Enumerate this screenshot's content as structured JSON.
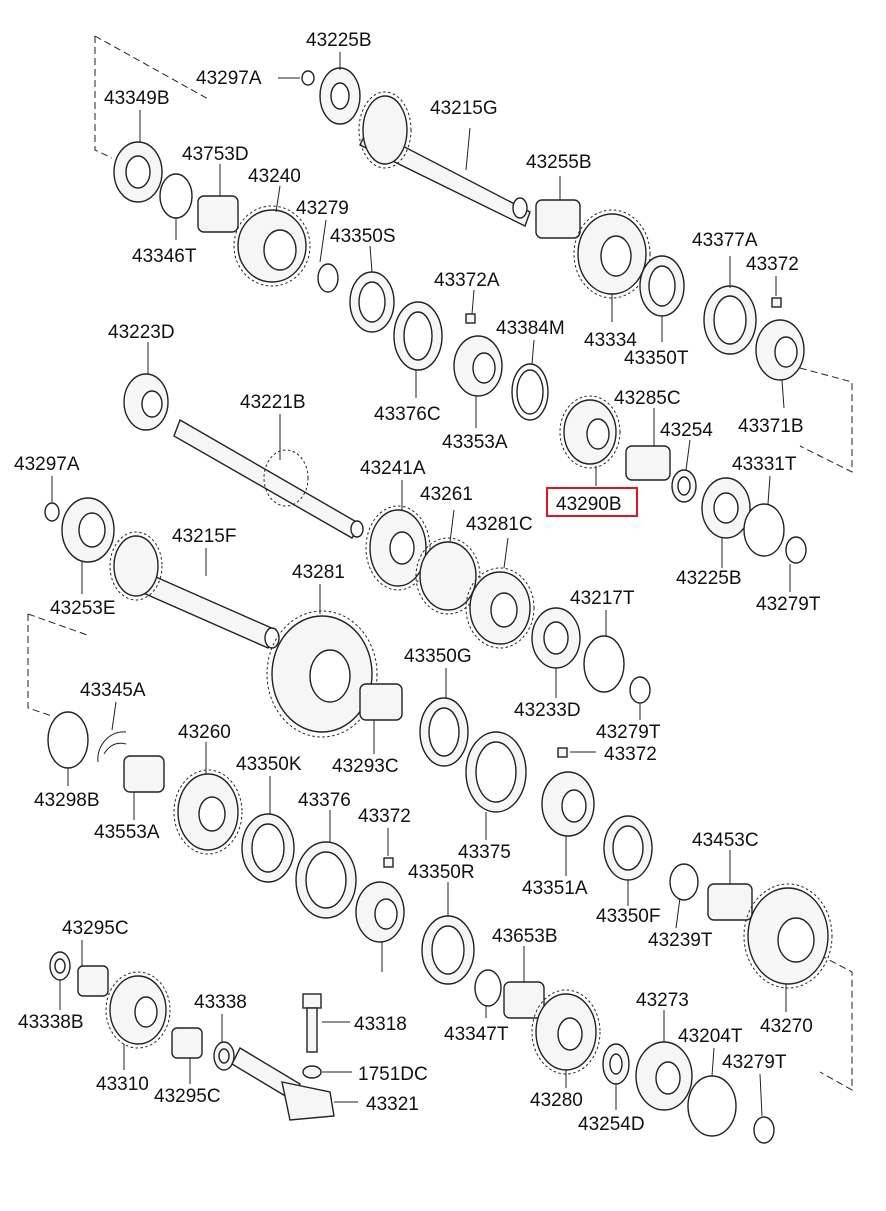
{
  "highlighted_part": "43290B",
  "part_labels": [
    "43225B",
    "43297A",
    "43349B",
    "43215G",
    "43753D",
    "43240",
    "43255B",
    "43346T",
    "43279",
    "43350S",
    "43377A",
    "43372",
    "43372A",
    "43384M",
    "43334",
    "43350T",
    "43223D",
    "43376C",
    "43353A",
    "43285C",
    "43221B",
    "43371B",
    "43254",
    "43297A",
    "43331T",
    "43241A",
    "43290B",
    "43261",
    "43281C",
    "43215F",
    "43225B",
    "43281",
    "43253E",
    "43279T",
    "43217T",
    "43345A",
    "43350G",
    "43233D",
    "43260",
    "43298B",
    "43350K",
    "43293C",
    "43279T",
    "43372",
    "43376",
    "43553A",
    "43372",
    "43375",
    "43453C",
    "43351A",
    "43350R",
    "43350F",
    "43295C",
    "43239T",
    "43653B",
    "43338",
    "43270",
    "43318",
    "43273",
    "43338B",
    "43347T",
    "43204T",
    "43279T",
    "43310",
    "1751DC",
    "43280",
    "43295C",
    "43321",
    "43254D"
  ]
}
